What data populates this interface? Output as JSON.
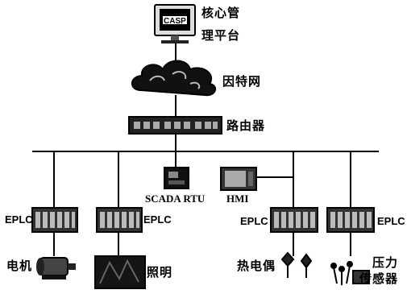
{
  "top_node": {
    "line1": "核心管",
    "line2": "理平台",
    "monitor_text": "CASP"
  },
  "internet": {
    "label": "因特网"
  },
  "router": {
    "label": "路由器"
  },
  "mid_nodes": {
    "scada": "SCADA RTU",
    "hmi": "HMI"
  },
  "plcs": [
    {
      "label": "EPLC"
    },
    {
      "label": "EPLC"
    },
    {
      "label": "EPLC"
    },
    {
      "label": "EPLC"
    }
  ],
  "devices": {
    "motor": "电机",
    "lighting": "照明",
    "thermocouple": "热电偶",
    "pressure_line1": "压力",
    "pressure_line2": "传感器"
  }
}
